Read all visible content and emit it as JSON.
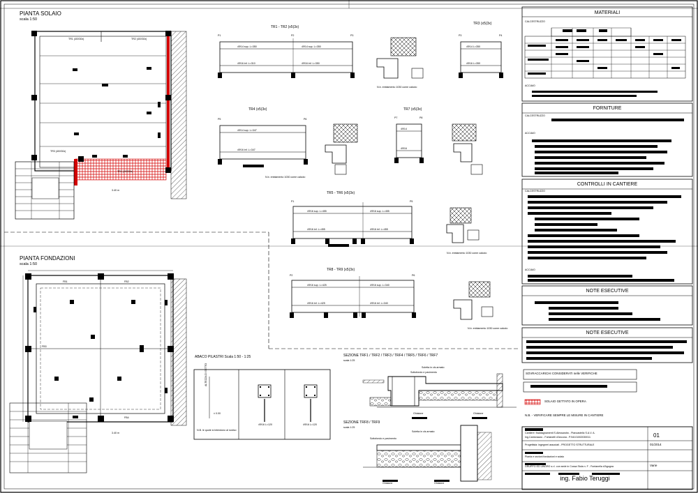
{
  "plan_top": {
    "title": "PIANTA SOLAIO",
    "scale": "scala 1:50"
  },
  "plan_bottom": {
    "title": "PIANTA FONDAZIONI",
    "scale": "scala 1:50"
  },
  "beams": [
    {
      "title": "TR1 - TR2 (x5(3x)",
      "note": ""
    },
    {
      "title": "TR3 (x5(3x)",
      "note": ""
    },
    {
      "title": "TR4 (x5(3x)",
      "note": "N.b. enblamento 1030 come calcolo"
    },
    {
      "title": "TR7 (x5(3x)",
      "note": ""
    },
    {
      "title": "TR5 - TR6 (x5(3x)",
      "note": "N.b. enblamento 1030 come calcolo"
    },
    {
      "title": "TR8 - TR9 (x5(3x)",
      "note": "N.b. enblamento 1030 come calcolo"
    }
  ],
  "beam_section_note": "N.b. enblamento 1030 come calcolo",
  "pillars": {
    "title": "ABACO PILASTRI Scala 1:50 - 1:25",
    "note": "N.B. le quote si intendono al rustico",
    "label_a": "4Φ16 L=120",
    "label_b": "4Φ16 L=120"
  },
  "section_a": {
    "title": "SEZIONE TRF1 / TRF2 / TRF3 / TRF4 / TRF5 / TRF6 / TRF7",
    "scale": "scala 1:25",
    "label_top": "Soletta in cls armato",
    "label_mid": "Sottofondo e pavimento",
    "label_left": "Ghiaione",
    "label_right": "Ghiaione"
  },
  "section_b": {
    "title": "SEZIONE TRF8 / TRF9",
    "scale": "scala 1:25",
    "label_top": "Soletta in cls armato",
    "label_mid": "Sottofondo e pavimento",
    "label_left": "Ghiaione",
    "label_right": "Ghiaione"
  },
  "sidebar": {
    "materiali": {
      "title": "MATERIALI",
      "calcestruzzo": "CALCESTRUZZO",
      "acciaio": "ACCIAIO"
    },
    "forniture": {
      "title": "FORNITURE",
      "calcestruzzo": "CALCESTRUZZO",
      "acciaio": "ACCIAIO"
    },
    "controlli": {
      "title": "CONTROLLI IN CANTIERE",
      "calcestruzzo": "CALCESTRUZZO",
      "acciaio": "ACCIAIO"
    },
    "note1": {
      "title": "NOTE ESECUTIVE"
    },
    "note2": {
      "title": "NOTE ESECUTIVE"
    },
    "sovraccarichi": "SOVRACCARICHI CONSIDERATI nelle VERIFICHE",
    "legend_solaio": "SOLAIO GETTATO IN OPERA",
    "nb_verificare": "N.B. - VERIFICARE SEMPRE LE MISURE IN CANTIERE"
  },
  "titleblock": {
    "line1": "Cantiere: fraddagnamenti S.Alessandro - Piancastello S.A.V. A.",
    "line2": "Ing.Cantonazzo - Fontanelli d'Ancona - P.IVA 01002030011",
    "line3": "Progettista: ingegneri associati - PROGETTO STRUTTURALE",
    "line4": "Pianta e sezioni fondazioni e solaio",
    "line5": "GRUPPO ED LINGRO s.r.l. con sede in Cossa Stola n. F - Fontanella d'Agogna",
    "sheet_no": "01",
    "date": "01/2014",
    "scale_label": "Varie",
    "engineer": "ing. Fabio Teruggi"
  },
  "colors": {
    "ink": "#000000",
    "accent_red": "#d40000",
    "hatch_red": "#e05050"
  }
}
